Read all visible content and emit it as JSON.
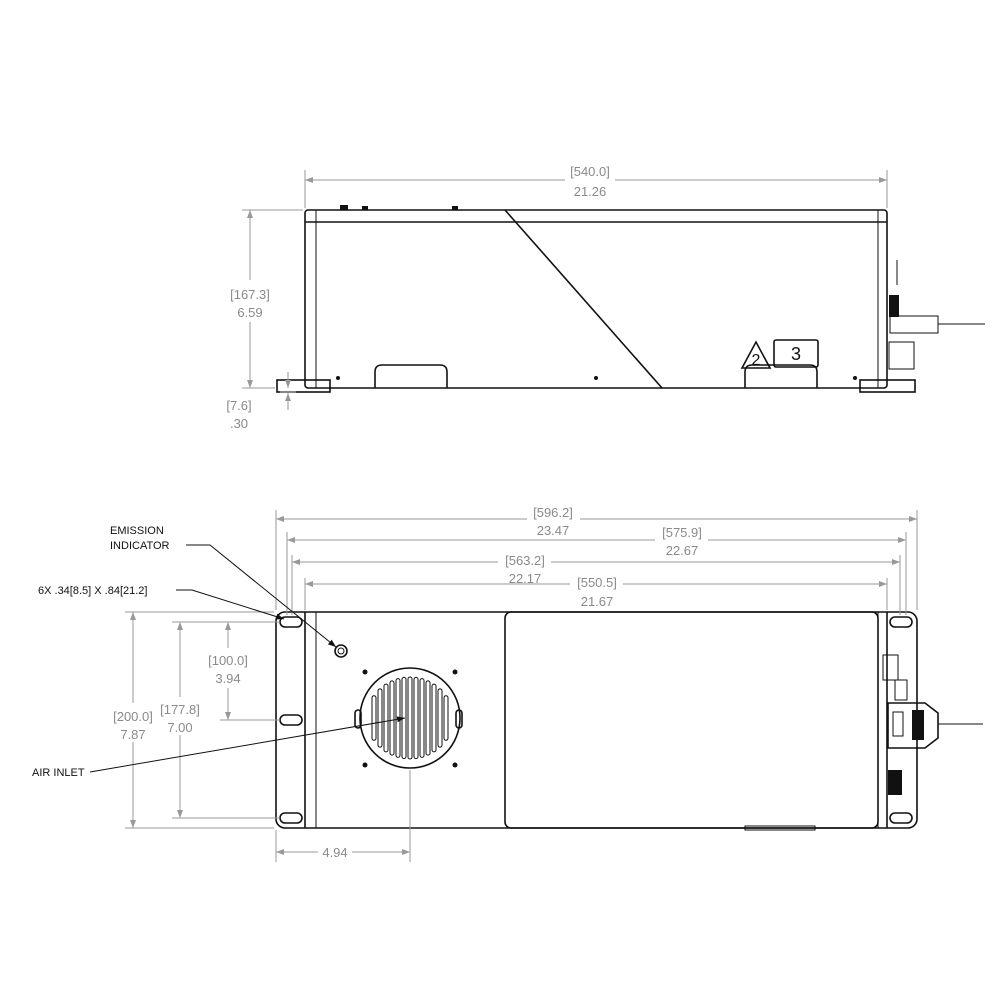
{
  "top_view": {
    "width_mm": "[540.0]",
    "width_in": "21.26",
    "height_mm": "[167.3]",
    "height_in": "6.59",
    "foot_mm": "[7.6]",
    "foot_in": ".30",
    "note_triangle": "2",
    "note_box": "3"
  },
  "bottom_view": {
    "overall_mm": "[596.2]",
    "overall_in": "23.47",
    "slot_span_mm": "[575.9]",
    "slot_span_in": "22.67",
    "slot_center_mm": "[563.2]",
    "slot_center_in": "22.17",
    "body_mm": "[550.5]",
    "body_in": "21.67",
    "depth_mm": "[200.0]",
    "depth_in": "7.87",
    "slot_pitch_mm": "[177.8]",
    "slot_pitch_in": "7.00",
    "mid_slot_mm": "[100.0]",
    "mid_slot_in": "3.94",
    "fan_offset_in": "4.94"
  },
  "callouts": {
    "emission_line1": "EMISSION",
    "emission_line2": "INDICATOR",
    "slots": "6X .34[8.5] X .84[21.2]",
    "air_inlet": "AIR INLET"
  }
}
